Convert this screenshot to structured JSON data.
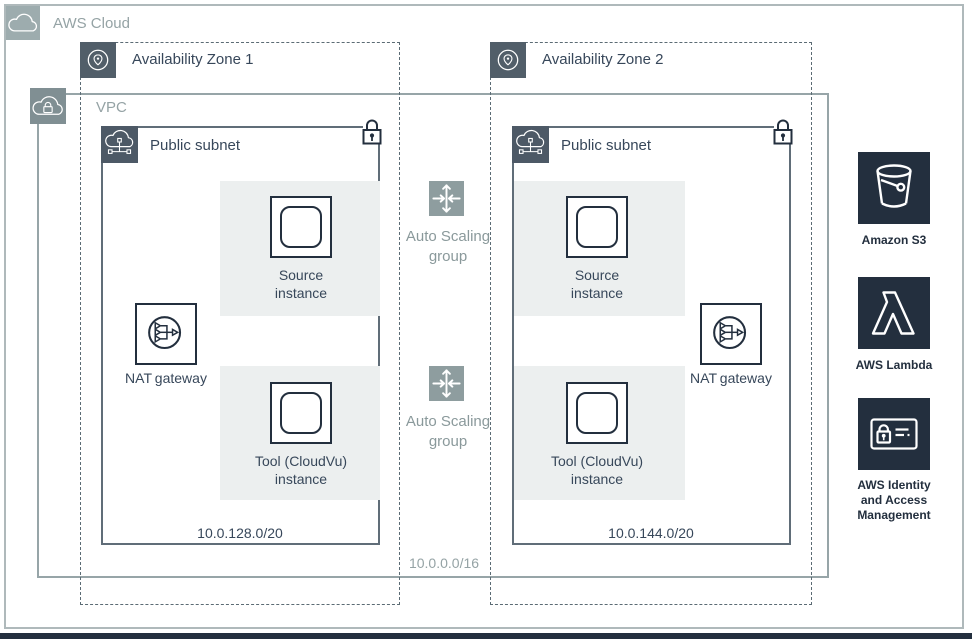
{
  "aws_cloud": {
    "label": "AWS Cloud"
  },
  "vpc": {
    "label": "VPC",
    "cidr": "10.0.0.0/16"
  },
  "zones": [
    {
      "label": "Availability Zone 1"
    },
    {
      "label": "Availability Zone 2"
    }
  ],
  "subnets": [
    {
      "label": "Public subnet",
      "cidr": "10.0.128.0/20"
    },
    {
      "label": "Public subnet",
      "cidr": "10.0.144.0/20"
    }
  ],
  "asg": {
    "label": "Auto Scaling\ngroup"
  },
  "instances": {
    "source": "Source\ninstance",
    "tool": "Tool (CloudVu)\ninstance"
  },
  "nat": {
    "label": "NAT gateway"
  },
  "services": [
    {
      "label": "Amazon S3",
      "icon": "s3-bucket-icon"
    },
    {
      "label": "AWS Lambda",
      "icon": "lambda-icon"
    },
    {
      "label": "AWS Identity\nand Access\nManagement",
      "icon": "iam-icon"
    }
  ],
  "colors": {
    "dark_navy": "#232F3E",
    "slate_text": "#37475A",
    "grey_text": "#95A3A5",
    "band_fill": "#ECEFEF",
    "asg_icon_fill": "#8E9D9F"
  }
}
